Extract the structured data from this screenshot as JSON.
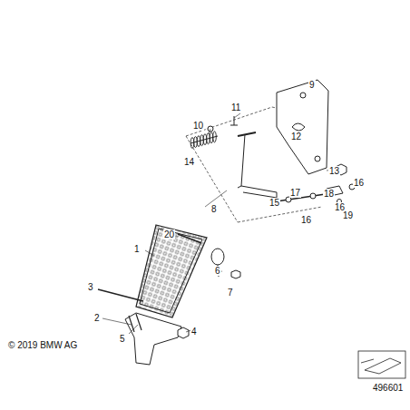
{
  "diagram": {
    "labels": [
      "11",
      "9",
      "10",
      "12",
      "14",
      "13",
      "8",
      "16",
      "20",
      "17",
      "18",
      "16",
      "15",
      "19",
      "16",
      "1",
      "6",
      "3",
      "7",
      "2",
      "4",
      "5",
      "© 2019 BMW AG",
      "496601"
    ]
  }
}
